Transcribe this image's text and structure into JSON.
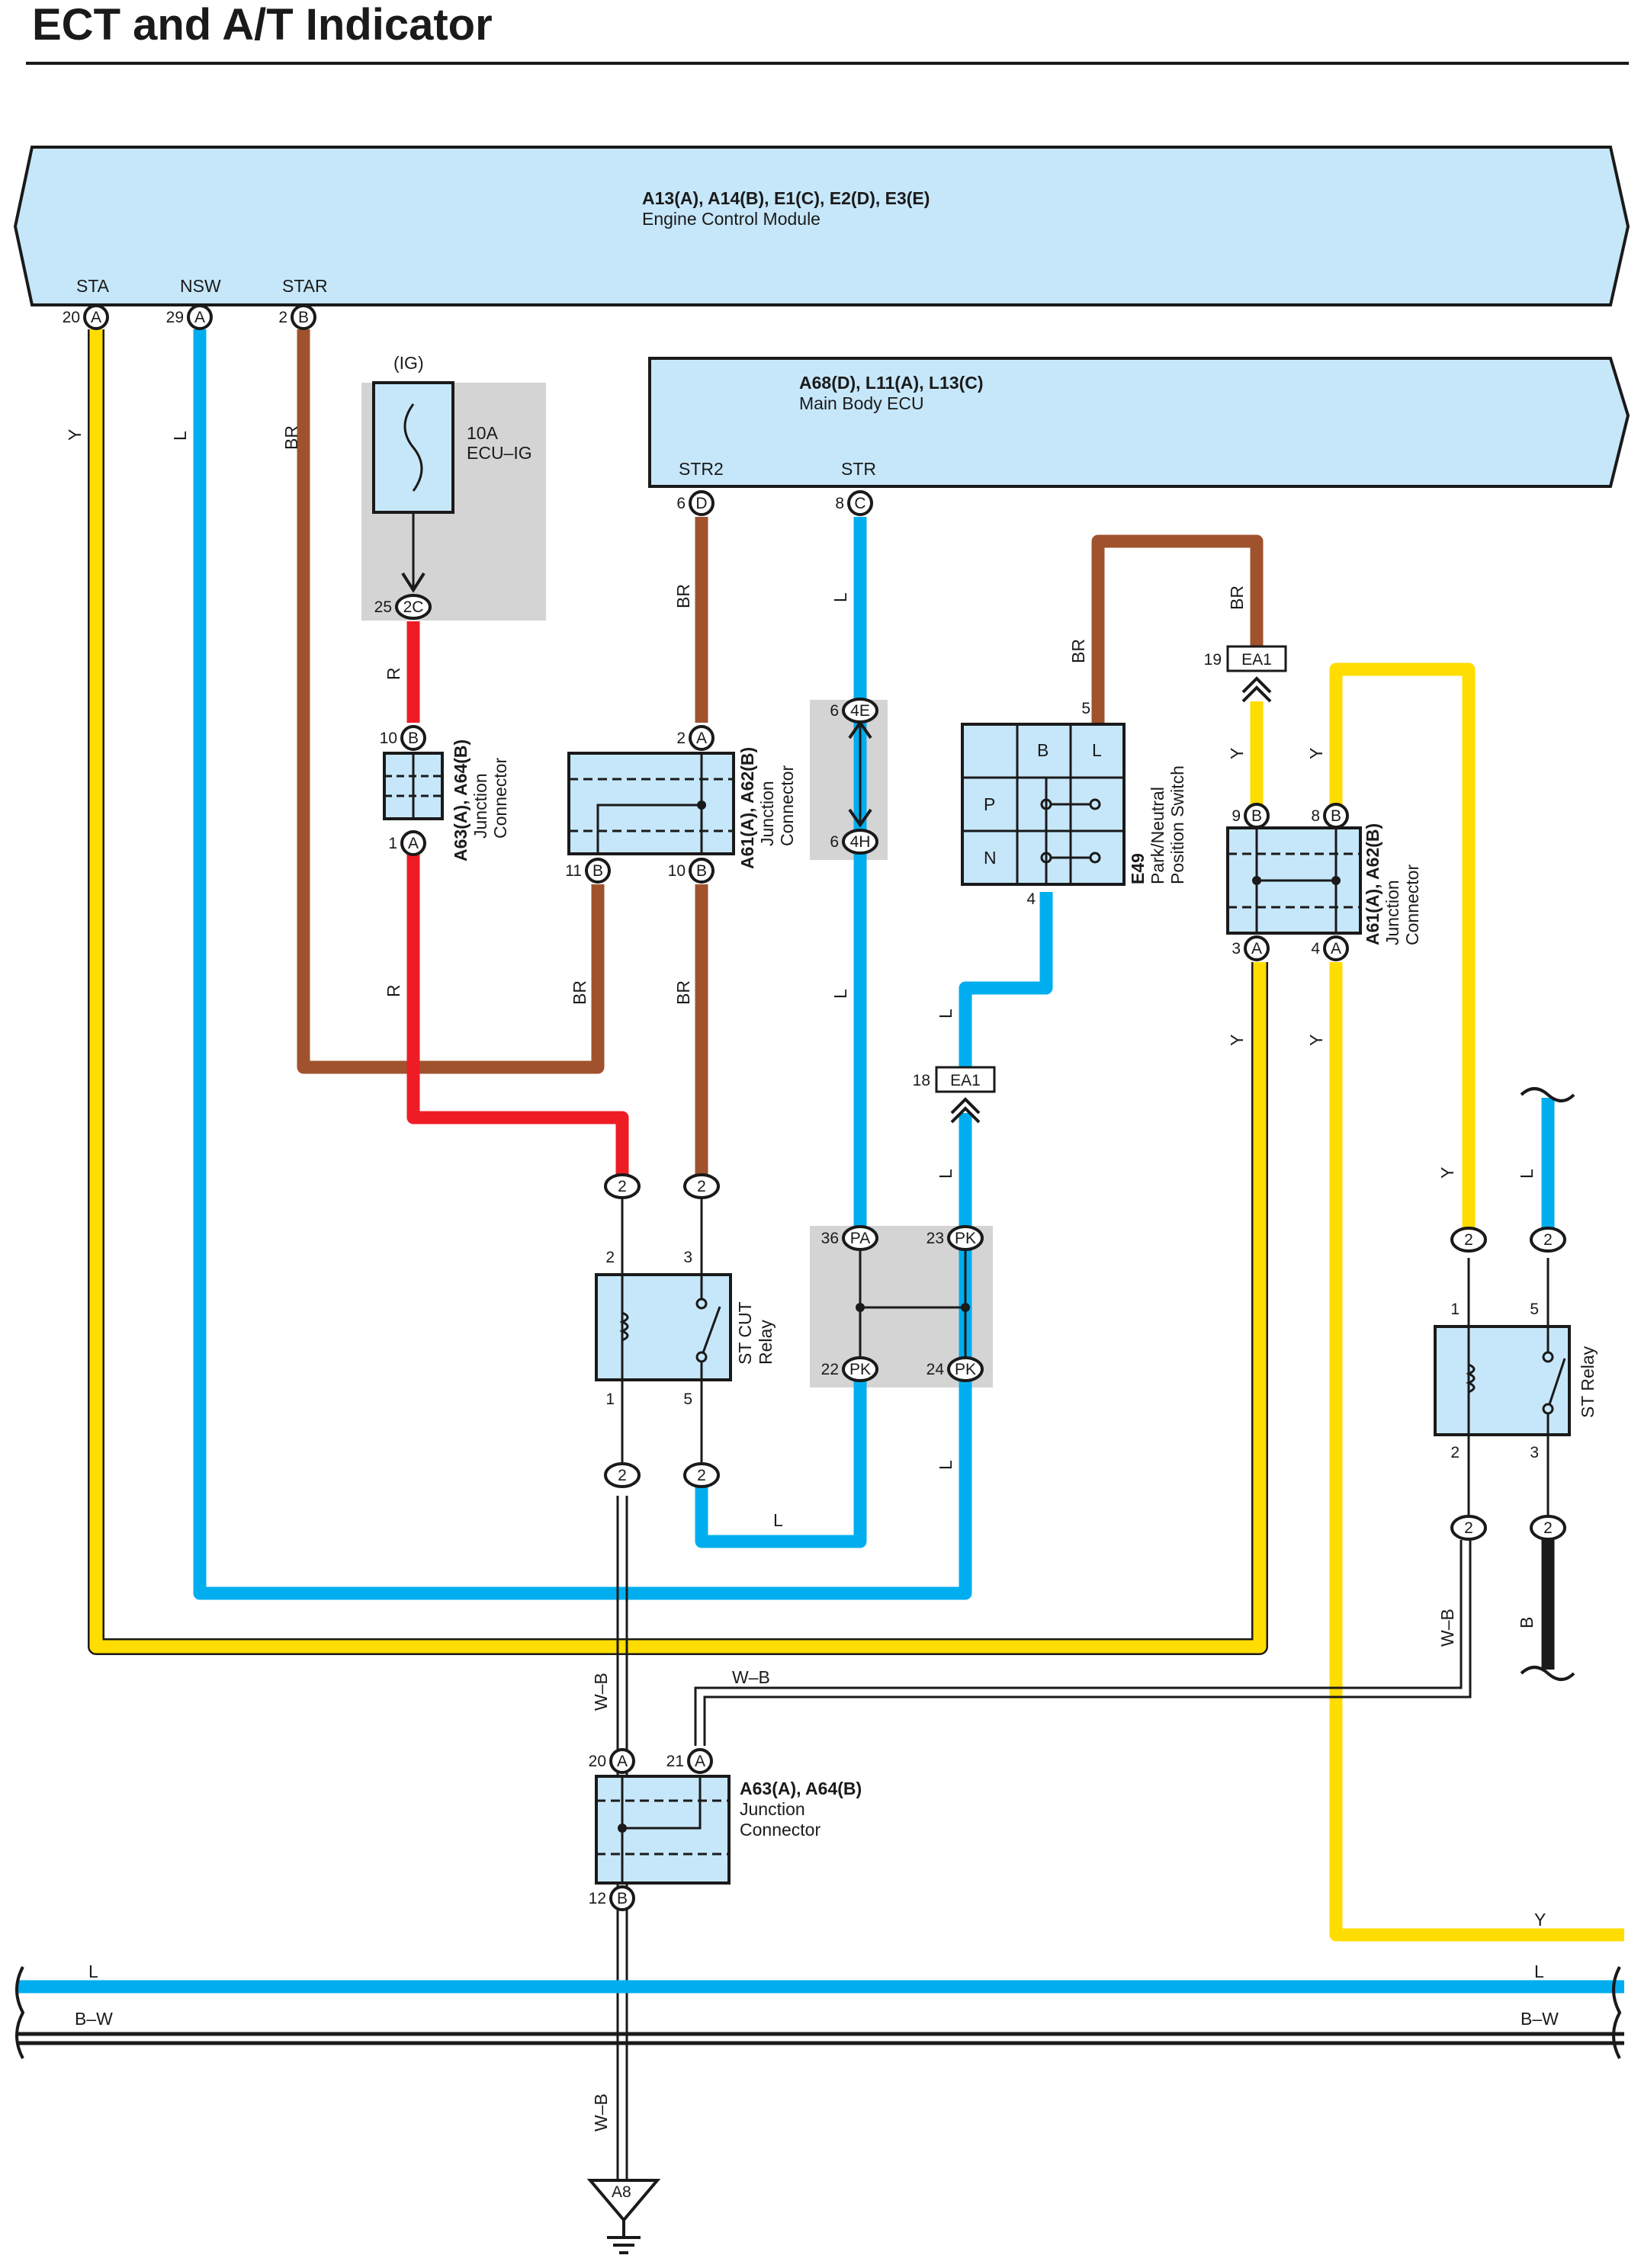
{
  "title": "ECT and A/T Indicator",
  "colors": {
    "Y": "#ffdd00",
    "L": "#00aeef",
    "BR": "#a0522d",
    "R": "#ee1c25",
    "B": "#1a1a1a",
    "WB": "#ffffff",
    "module_fill": "#c6e7f9",
    "junction_fill": "#d4d4d4"
  },
  "ecm": {
    "codes": "A13(A), A14(B), E1(C), E2(D), E3(E)",
    "name": "Engine Control Module",
    "terminals": [
      {
        "signal": "STA",
        "pin": "20",
        "conn": "A"
      },
      {
        "signal": "NSW",
        "pin": "29",
        "conn": "A"
      },
      {
        "signal": "STAR",
        "pin": "2",
        "conn": "B"
      }
    ]
  },
  "body_ecu": {
    "codes": "A68(D), L11(A), L13(C)",
    "name": "Main Body ECU",
    "terminals": [
      {
        "signal": "STR2",
        "pin": "6",
        "conn": "D"
      },
      {
        "signal": "STR",
        "pin": "8",
        "conn": "C"
      }
    ]
  },
  "fuse": {
    "tag": "(IG)",
    "rating": "10A",
    "name": "ECU–IG",
    "pin": "25",
    "conn": "2C"
  },
  "jc_a63_top": {
    "codes": "A63(A), A64(B)",
    "name1": "Junction",
    "name2": "Connector",
    "top_pin": "10",
    "top_conn": "B",
    "bot_pin": "1",
    "bot_conn": "A"
  },
  "jc_a61_left": {
    "codes": "A61(A), A62(B)",
    "name1": "Junction",
    "name2": "Connector",
    "top_pin": "2",
    "top_conn": "A",
    "bl_pin": "11",
    "bl_conn": "B",
    "br_pin": "10",
    "br_conn": "B"
  },
  "jc_4e": {
    "top_pin": "6",
    "top_conn": "4E",
    "bot_pin": "6",
    "bot_conn": "4H"
  },
  "pn_switch": {
    "id": "E49",
    "name1": "Park/Neutral",
    "name2": "Position Switch",
    "col_b": "B",
    "col_l": "L",
    "row_p": "P",
    "row_n": "N",
    "pin_top": "5",
    "pin_bot": "4"
  },
  "ea1_right": {
    "pin": "19",
    "conn": "EA1"
  },
  "ea1_mid": {
    "pin": "18",
    "conn": "EA1"
  },
  "jc_a61_right": {
    "codes": "A61(A), A62(B)",
    "name1": "Junction",
    "name2": "Connector",
    "tl_pin": "9",
    "tl_conn": "B",
    "tr_pin": "8",
    "tr_conn": "B",
    "bl_pin": "3",
    "bl_conn": "A",
    "br_pin": "4",
    "br_conn": "A"
  },
  "st_cut_relay": {
    "name1": "ST CUT",
    "name2": "Relay",
    "conn_top_l": "2",
    "conn_top_r": "2",
    "pin_tl": "2",
    "pin_tr": "3",
    "pin_bl": "1",
    "pin_br": "5",
    "conn_bot_l": "2",
    "conn_bot_r": "2"
  },
  "pk_block": {
    "tl_pin": "36",
    "tl_conn": "PA",
    "tr_pin": "23",
    "tr_conn": "PK",
    "bl_pin": "22",
    "bl_conn": "PK",
    "br_pin": "24",
    "br_conn": "PK"
  },
  "st_relay": {
    "name": "ST Relay",
    "conn_top_l": "2",
    "conn_top_r": "2",
    "pin_tl": "1",
    "pin_tr": "5",
    "pin_bl": "2",
    "pin_br": "3",
    "conn_bot_l": "2",
    "conn_bot_r": "2"
  },
  "jc_a63_bottom": {
    "codes": "A63(A), A64(B)",
    "name1": "Junction",
    "name2": "Connector",
    "tl_pin": "20",
    "tl_conn": "A",
    "tr_pin": "21",
    "tr_conn": "A",
    "bot_pin": "12",
    "bot_conn": "B"
  },
  "ground": {
    "id": "A8"
  },
  "wire_labels": {
    "y": "Y",
    "l": "L",
    "br": "BR",
    "r": "R",
    "b": "B",
    "wb": "W–B",
    "bw": "B–W"
  }
}
